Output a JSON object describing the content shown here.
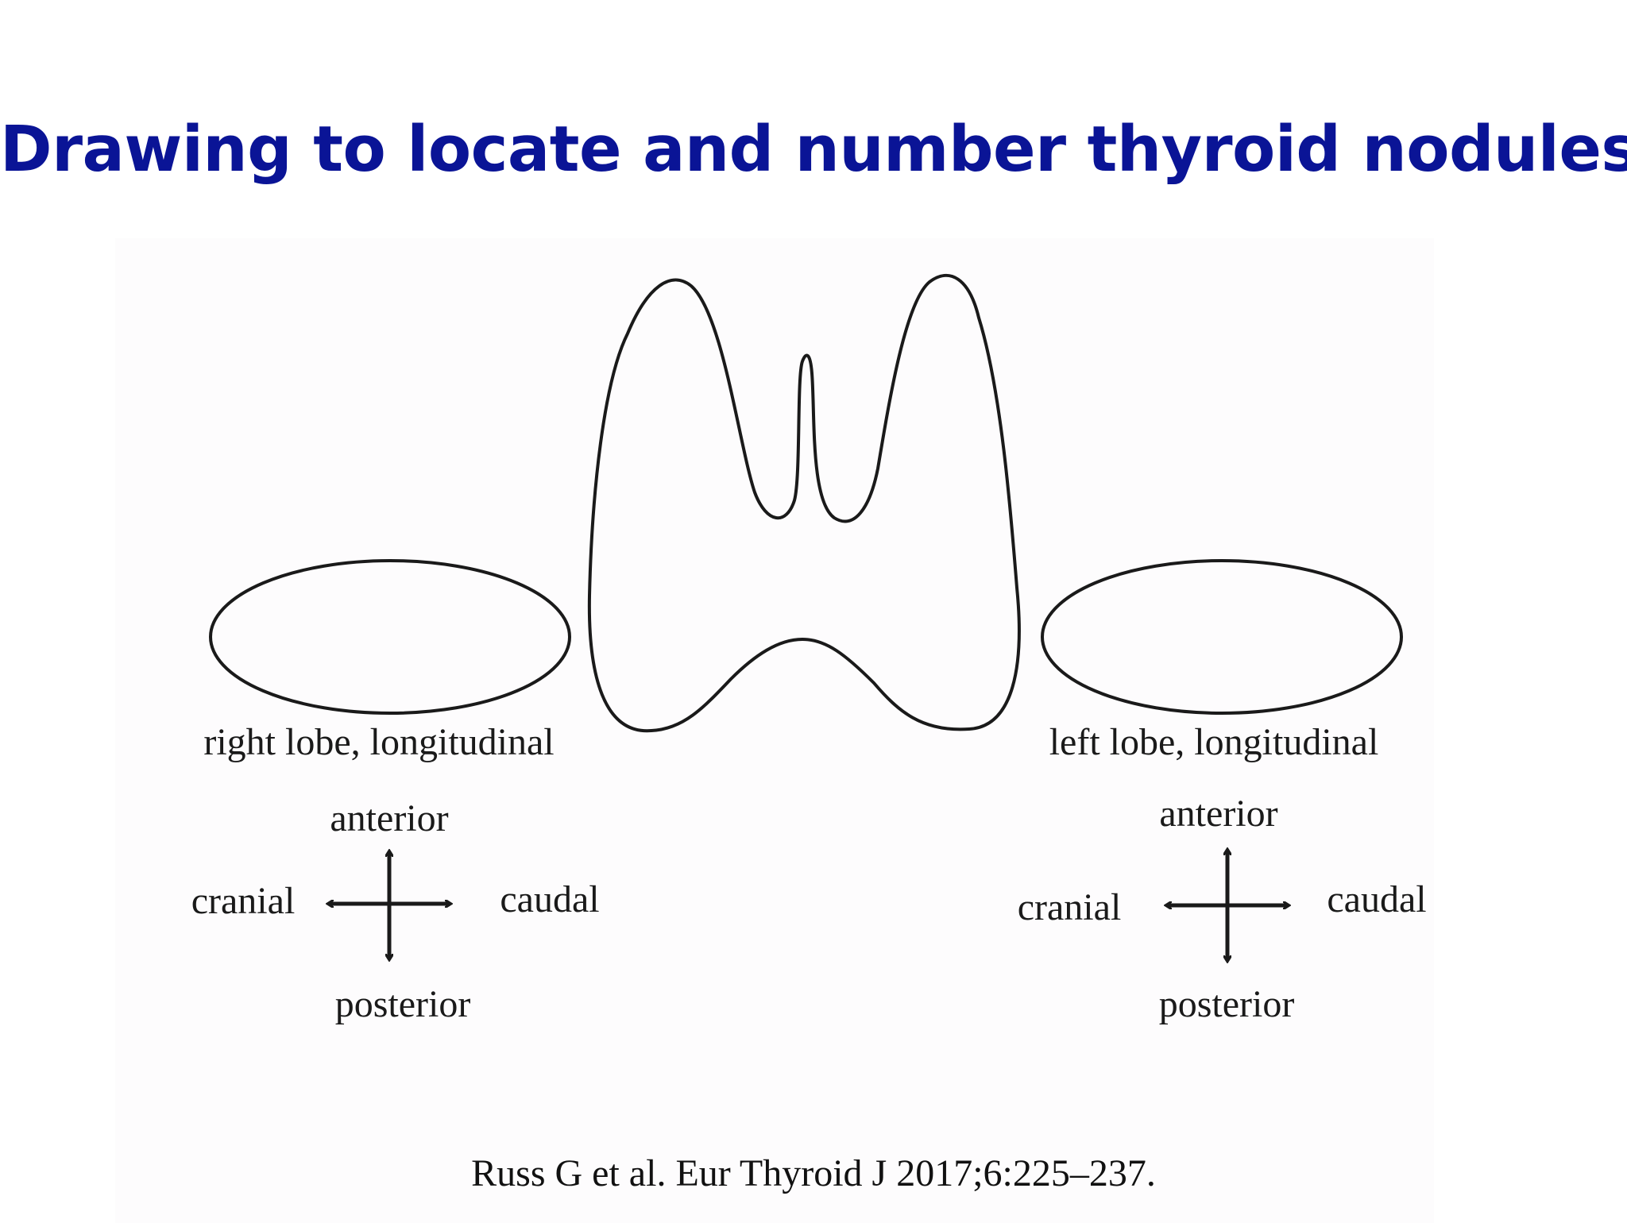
{
  "title": "Drawing to locate and number thyroid nodules",
  "right_panel": {
    "caption": "right lobe, longitudinal",
    "anterior": "anterior",
    "posterior": "posterior",
    "cranial": "cranial",
    "caudal": "caudal"
  },
  "left_panel": {
    "caption": "left lobe, longitudinal",
    "anterior": "anterior",
    "posterior": "posterior",
    "cranial": "cranial",
    "caudal": "caudal"
  },
  "citation": "Russ G et al. Eur Thyroid J 2017;6:225–237.",
  "colors": {
    "title": "#0a1496",
    "line": "#1a1a1a"
  }
}
